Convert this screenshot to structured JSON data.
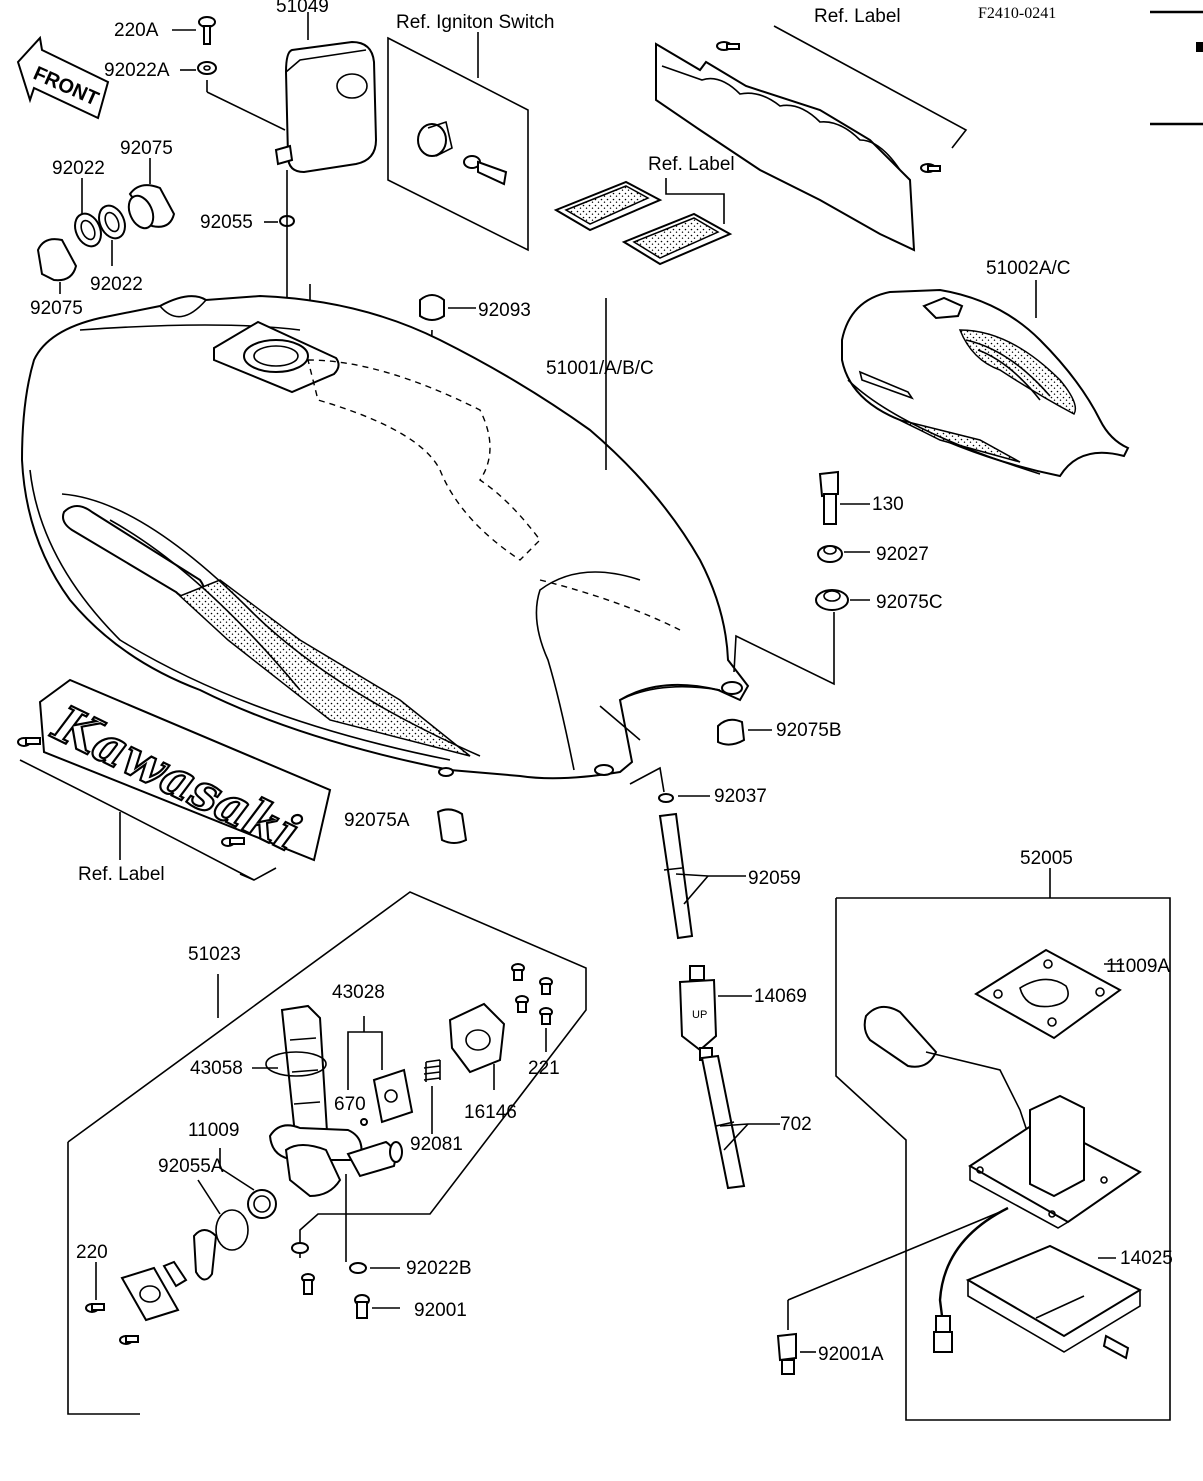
{
  "drawing_id": "F2410-0241",
  "front_arrow": "FRONT",
  "emblem_text": "Kawasaki",
  "fitting_mark": "UP",
  "labels": {
    "p51049": "51049",
    "p220A": "220A",
    "p92022A": "92022A",
    "ref_ign": "Ref. Igniton Switch",
    "ref_label_top": "Ref. Label",
    "ref_label_mid": "Ref. Label",
    "ref_label_bot": "Ref.  Label",
    "p92075_top": "92075",
    "p92022_top": "92022",
    "p92055": "92055",
    "p92022_bot": "92022",
    "p92075_bot": "92075",
    "p92093": "92093",
    "p51001": "51001/A/B/C",
    "p51002": "51002A/C",
    "p130": "130",
    "p92027": "92027",
    "p92075C": "92075C",
    "p92075B": "92075B",
    "p92037": "92037",
    "p92075A": "92075A",
    "p92059": "92059",
    "p52005": "52005",
    "p51023": "51023",
    "p43028": "43028",
    "p43058": "43058",
    "p670": "670",
    "p11009": "11009",
    "p92055A": "92055A",
    "p92081": "92081",
    "p16146": "16146",
    "p221": "221",
    "p14069": "14069",
    "p702": "702",
    "p11009A": "11009A",
    "p14025": "14025",
    "p220": "220",
    "p92022B": "92022B",
    "p92001": "92001",
    "p92001A": "92001A"
  }
}
